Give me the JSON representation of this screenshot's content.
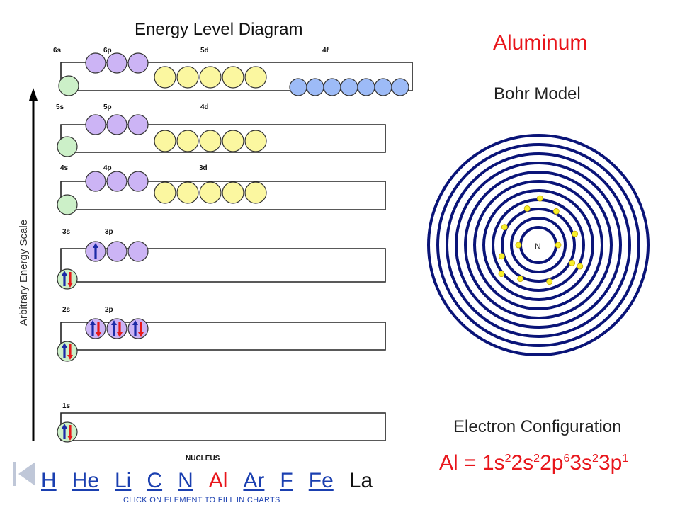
{
  "diagram_title": "Energy Level Diagram",
  "y_axis_label": "Arbitrary Energy Scale",
  "nucleus_label": "NUCLEUS",
  "element_name": "Aluminum",
  "bohr_label": "Bohr Model",
  "nucleus_symbol": "N",
  "econf_label": "Electron Configuration",
  "econf": {
    "prefix": "Al = ",
    "parts": [
      {
        "term": "1s",
        "count": "2"
      },
      {
        "term": "2s",
        "count": "2"
      },
      {
        "term": "2p",
        "count": "6"
      },
      {
        "term": "3s",
        "count": "2"
      },
      {
        "term": "3p",
        "count": "1"
      }
    ]
  },
  "levels": [
    {
      "id": "6",
      "labels": [
        "6s",
        "6p",
        "5d",
        "4f"
      ]
    },
    {
      "id": "5",
      "labels": [
        "5s",
        "5p",
        "4d"
      ]
    },
    {
      "id": "4",
      "labels": [
        "4s",
        "4p",
        "3d"
      ]
    },
    {
      "id": "3",
      "labels": [
        "3s",
        "3p"
      ]
    },
    {
      "id": "2",
      "labels": [
        "2s",
        "2p"
      ]
    },
    {
      "id": "1",
      "labels": [
        "1s"
      ]
    }
  ],
  "orbital_fill": {
    "1s": [
      "ud"
    ],
    "2s": [
      "ud"
    ],
    "2p": [
      "ud",
      "ud",
      "ud"
    ],
    "3s": [
      "ud"
    ],
    "3p": [
      "u",
      "",
      ""
    ]
  },
  "bohr_shells": [
    {
      "electrons": 2
    },
    {
      "electrons": 8
    },
    {
      "electrons": 3
    }
  ],
  "colors": {
    "s_orbital": "#ccf0c8",
    "p_orbital": "#ccb4f5",
    "d_orbital": "#fbf7a0",
    "f_orbital": "#9dbbf7",
    "spin_up": "#1c2aa6",
    "spin_down": "#e81a1a",
    "electron": "#f7f02a",
    "title_red": "#e8151b",
    "link_blue": "#1a3fb0"
  },
  "nav": {
    "first_icon": "first-slide-icon",
    "elements": [
      {
        "symbol": "H",
        "kind": "link"
      },
      {
        "symbol": "He",
        "kind": "link"
      },
      {
        "symbol": "Li",
        "kind": "link"
      },
      {
        "symbol": "C",
        "kind": "link"
      },
      {
        "symbol": "N",
        "kind": "link"
      },
      {
        "symbol": "Al",
        "kind": "current"
      },
      {
        "symbol": "Ar",
        "kind": "link"
      },
      {
        "symbol": "F",
        "kind": "link"
      },
      {
        "symbol": "Fe",
        "kind": "link"
      },
      {
        "symbol": "La",
        "kind": "plain"
      }
    ],
    "hint": "CLICK ON ELEMENT TO FILL IN CHARTS"
  }
}
